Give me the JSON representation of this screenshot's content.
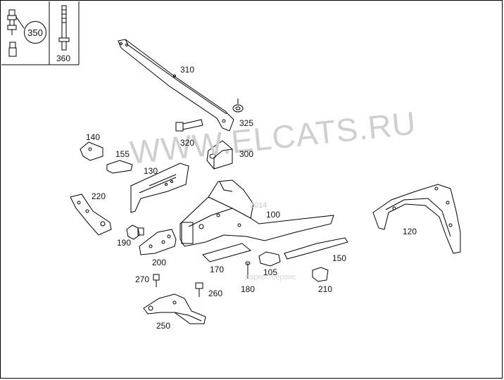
{
  "callouts": {
    "c350": "350",
    "c360": "360",
    "c310": "310",
    "c325": "325",
    "c320": "320",
    "c300": "300",
    "c140": "140",
    "c155": "155",
    "c130": "130",
    "c220": "220",
    "c100": "100",
    "c120": "120",
    "c190": "190",
    "c200": "200",
    "c170": "170",
    "c105": "105",
    "c150": "150",
    "c180": "180",
    "c210": "210",
    "c270": "270",
    "c260": "260",
    "c250": "250"
  },
  "watermark": {
    "main": "WWW.ELCATS.RU",
    "small_1": "2014",
    "small_2": "паркет-сервис"
  },
  "colors": {
    "line": "#000000",
    "background": "#ffffff",
    "watermark": "#cfcfcf"
  }
}
